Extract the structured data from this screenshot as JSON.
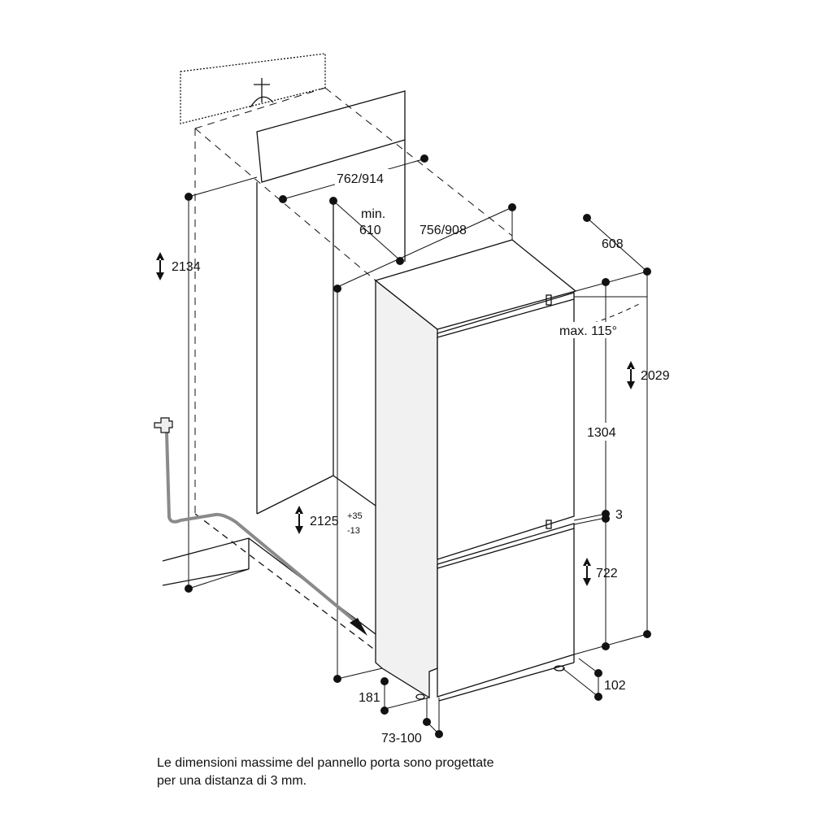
{
  "dimensions": {
    "niche_width_top": "762/914",
    "min_label": "min.",
    "min_value": "610",
    "niche_width": "756/908",
    "depth": "608",
    "door_angle": "max. 115°",
    "total_height_left": "2134",
    "appliance_height": "2029",
    "upper_door": "1304",
    "door_gap": "3",
    "lower_door": "722",
    "niche_height": "2125",
    "niche_height_plus": "+35",
    "niche_height_minus": "-13",
    "plinth_depth": "181",
    "plinth_range": "73-100",
    "foot_depth": "102"
  },
  "caption": {
    "line1": "Le dimensioni massime del pannello porta sono progettate",
    "line2": "per una distanza di 3 mm."
  },
  "colors": {
    "line": "#111111",
    "pipe": "#8a8a8a",
    "side_panel": "#f1f1f1"
  }
}
